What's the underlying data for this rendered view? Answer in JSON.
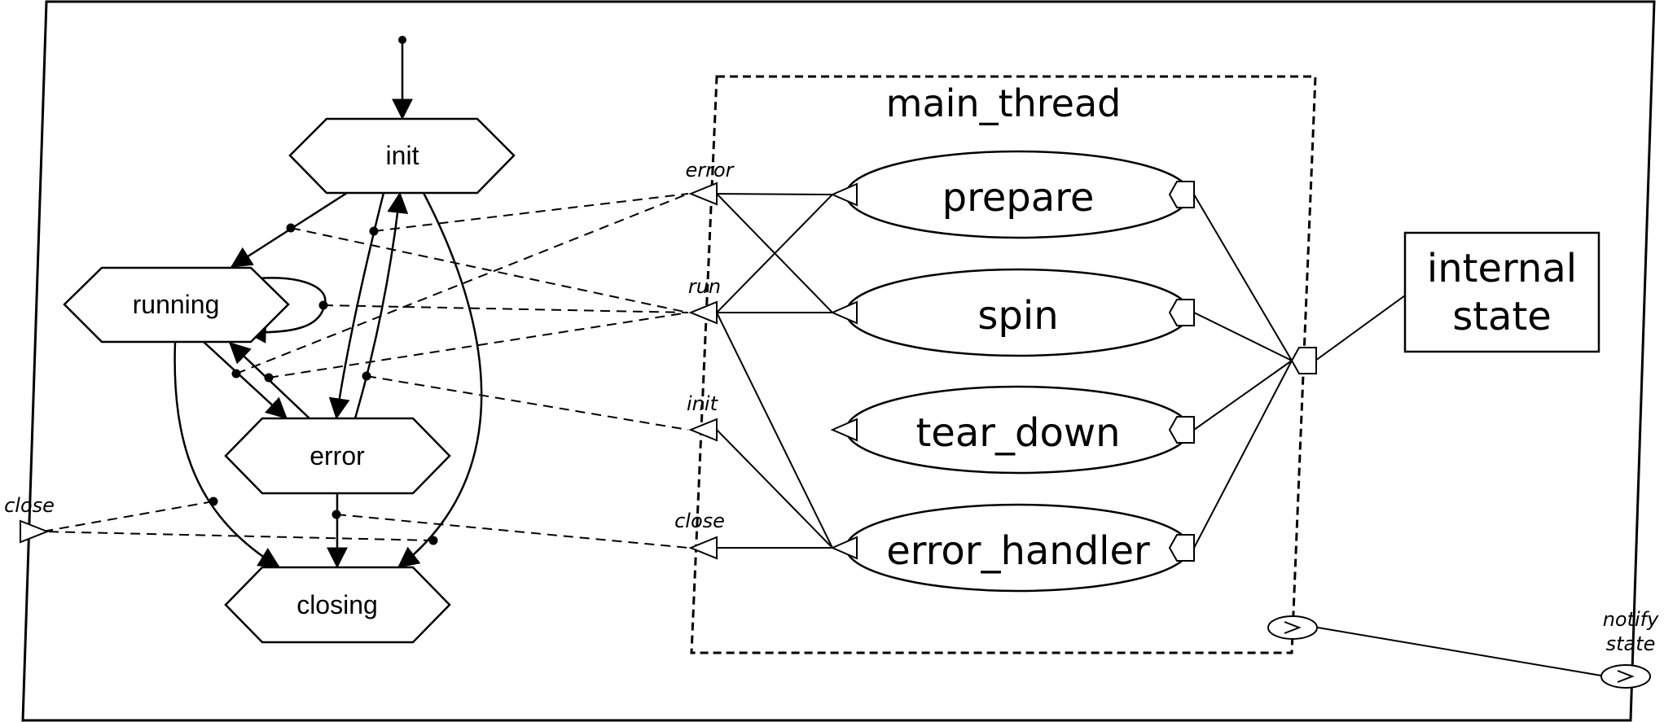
{
  "diagram": {
    "states": [
      {
        "id": "init",
        "label": "init"
      },
      {
        "id": "running",
        "label": "running"
      },
      {
        "id": "error",
        "label": "error"
      },
      {
        "id": "closing",
        "label": "closing"
      }
    ],
    "transitions": [
      {
        "from": "start",
        "to": "init"
      },
      {
        "from": "init",
        "to": "running"
      },
      {
        "from": "init",
        "to": "error"
      },
      {
        "from": "error",
        "to": "init"
      },
      {
        "from": "init",
        "to": "closing"
      },
      {
        "from": "running",
        "to": "running"
      },
      {
        "from": "running",
        "to": "error"
      },
      {
        "from": "error",
        "to": "running"
      },
      {
        "from": "running",
        "to": "closing"
      },
      {
        "from": "error",
        "to": "closing"
      }
    ],
    "thread": {
      "title": "main_thread",
      "functions": [
        {
          "id": "prepare",
          "label": "prepare"
        },
        {
          "id": "spin",
          "label": "spin"
        },
        {
          "id": "tear_down",
          "label": "tear_down"
        },
        {
          "id": "error_handler",
          "label": "error_handler"
        }
      ],
      "ports": [
        {
          "id": "error",
          "label": "error"
        },
        {
          "id": "run",
          "label": "run"
        },
        {
          "id": "init",
          "label": "init"
        },
        {
          "id": "close",
          "label": "close"
        }
      ]
    },
    "external_port": {
      "label": "close"
    },
    "internal_state": {
      "line1": "internal",
      "line2": "state"
    },
    "notify_port": {
      "line1": "notify",
      "line2": "state"
    }
  }
}
